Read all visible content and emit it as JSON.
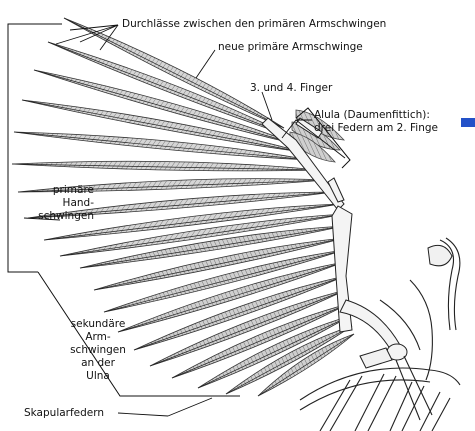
{
  "labels": {
    "gaps": "Durchlässe zwischen den primären Armschwingen",
    "new_feather": "neue primäre Armschwinge",
    "fingers": "3. und 4. Finger",
    "alula_line1": "Alula (Daumenfittich):",
    "alula_line2": "drei Federn am 2. Finge",
    "primary_line1": "primäre",
    "primary_line2": "Hand-",
    "primary_line3": "schwingen",
    "secondary_line1": "sekundäre",
    "secondary_line2": "Arm-",
    "secondary_line3": "schwingen",
    "secondary_line4": "an der",
    "secondary_line5": "Ulna",
    "scapular": "Skapularfedern"
  },
  "colors": {
    "ink": "#111111",
    "feather_fill": "#d9d9d9",
    "feather_dark": "#8c8c8c",
    "bone": "#f2f2f2",
    "accent_blue": "#2351c8"
  }
}
